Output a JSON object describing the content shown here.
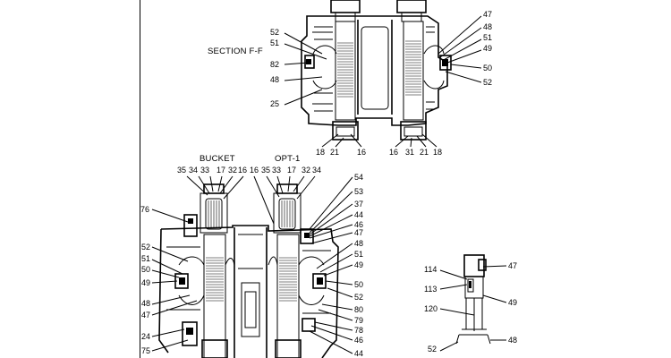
{
  "titles": {
    "section_ff": "SECTION F-F",
    "bucket": "BUCKET",
    "opt1": "OPT-1"
  },
  "top_left_labels": [
    "52",
    "51",
    "82",
    "48",
    "25"
  ],
  "top_right_labels": [
    "47",
    "48",
    "51",
    "49",
    "50",
    "52"
  ],
  "top_bottom_left": [
    "18",
    "21",
    "16"
  ],
  "top_bottom_right": [
    "16",
    "31",
    "21",
    "18"
  ],
  "bucket_top_labels": [
    "35",
    "34",
    "33",
    "17",
    "32",
    "16"
  ],
  "opt1_top_labels": [
    "16",
    "35",
    "33",
    "17",
    "32",
    "34"
  ],
  "bottom_left_labels": [
    "76",
    "52",
    "51",
    "50",
    "49",
    "48",
    "47",
    "24",
    "75"
  ],
  "bottom_right_labels": [
    "54",
    "53",
    "37",
    "44",
    "46",
    "47",
    "48",
    "51",
    "49",
    "50",
    "52",
    "80",
    "79",
    "78",
    "46",
    "44"
  ],
  "detail_labels": [
    "114",
    "47",
    "113",
    "49",
    "120",
    "52",
    "48"
  ]
}
